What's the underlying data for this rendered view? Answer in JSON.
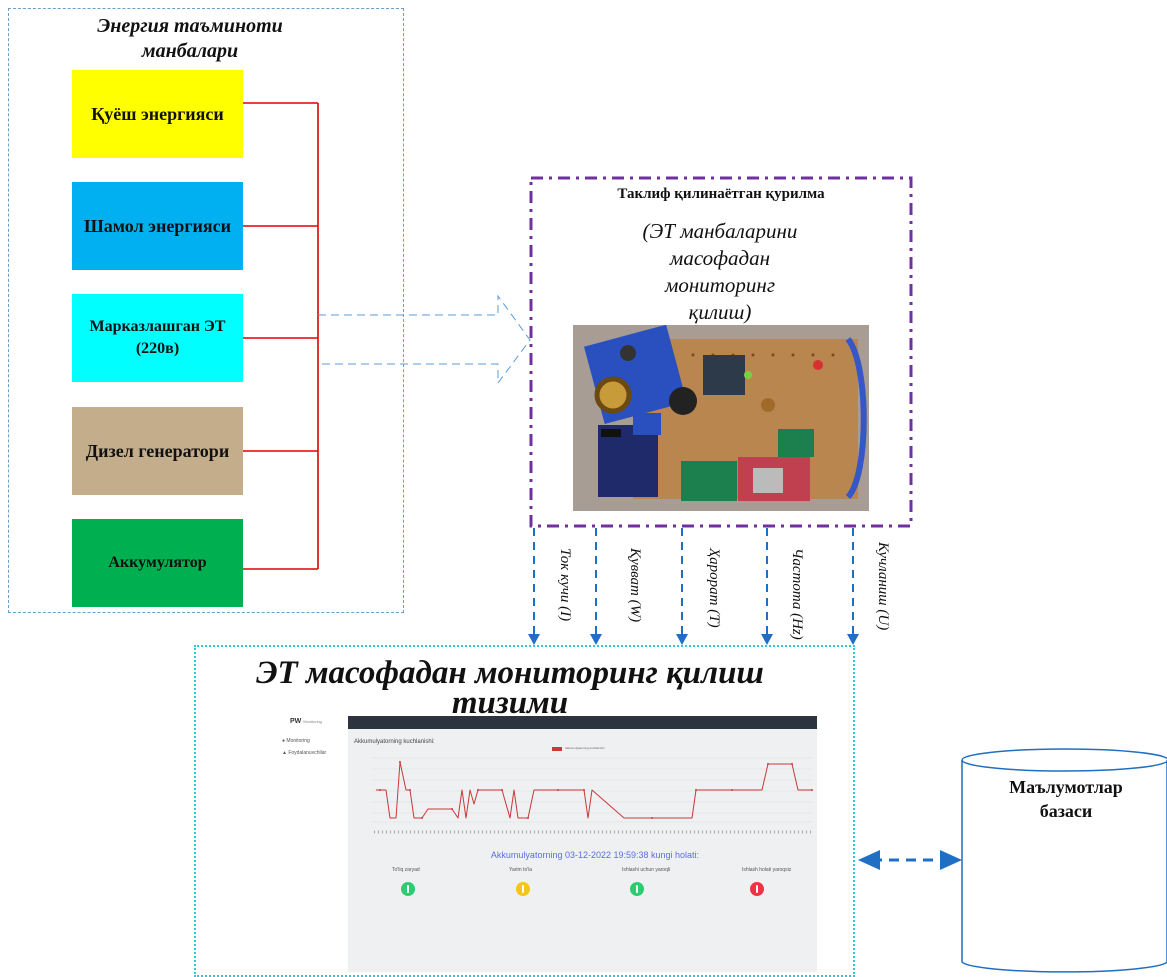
{
  "sources": {
    "title_line1": "Энергия таъминоти",
    "title_line2": "манбалари",
    "items": [
      {
        "label": "Қуёш энергияси",
        "color": "#ffff00"
      },
      {
        "label": "Шамол энергияси",
        "color": "#00b0f0"
      },
      {
        "label": "Марказлашган ЭТ (220в)",
        "color": "#00ffff"
      },
      {
        "label": "Дизел генератори",
        "color": "#c4ad8a"
      },
      {
        "label": "Аккумулятор",
        "color": "#00b050"
      }
    ]
  },
  "device": {
    "title": "Таклиф қилинаётган қурилма",
    "subtitle_line1": "(ЭТ манбаларини",
    "subtitle_line2": "масофадан",
    "subtitle_line3": "мониторинг",
    "subtitle_line4": "қилиш)"
  },
  "parameters": [
    "Ток кучи (I)",
    "Қувват (W)",
    "Ҳарорат (T)",
    "Частота (Hz)",
    "Кучланиш (U)"
  ],
  "monitoring": {
    "title_line1": "ЭТ масофадан мониторинг қилиш",
    "title_line2": "тизими",
    "screenshot": {
      "brand": "PW",
      "brand_suffix": "Monitoring",
      "menu": [
        "Monitoring",
        "Foydalanuvchilar"
      ],
      "chart_heading": "Akkumulyatorning kuchlanishi:",
      "legend": "Akkumulyatorning kuchlanishi",
      "status_heading": "Akkumulyatorning 03-12-2022 19:59:38 kungi holati:",
      "statuses": [
        {
          "label": "To'liq zaryad",
          "color": "#2ecc71"
        },
        {
          "label": "Yarim to'la",
          "color": "#f5c518"
        },
        {
          "label": "Ishlashi uchun yaroqli",
          "color": "#2ecc71"
        },
        {
          "label": "Ishlash holati yaroqsiz",
          "color": "#ee3344"
        }
      ]
    }
  },
  "database": {
    "label_line1": "Маълумотлар",
    "label_line2": "базаси"
  },
  "colors": {
    "connector": "#e00000",
    "arrow": "#1f6fc4",
    "device_border": "#7030a0",
    "monitor_border": "#33c6d6"
  }
}
